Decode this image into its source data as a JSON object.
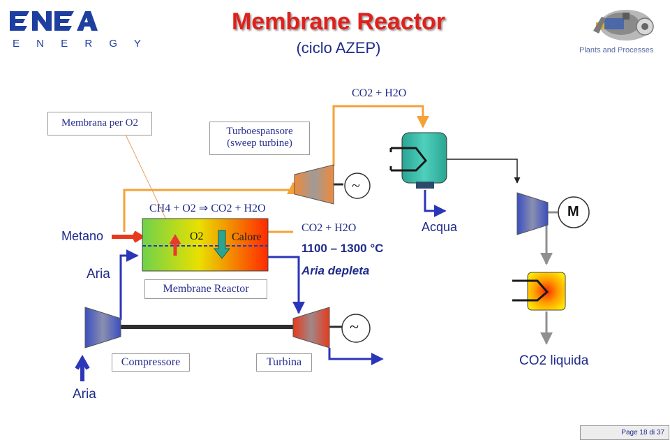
{
  "header": {
    "logo_text": "ENEA",
    "logo_subtext": "E N E R G Y",
    "title": "Membrane Reactor",
    "subtitle": "(ciclo AZEP)",
    "section": "Plants and Processes"
  },
  "diagram": {
    "top_output": "CO2 + H2O",
    "membrane_label": "Membrana per O2",
    "turboexpander_label_line1": "Turboespansore",
    "turboexpander_label_line2": "(sweep turbine)",
    "reaction": "CH4 + O2 ⇒ CO2 + H2O",
    "o2_label": "O2",
    "heat_label": "Calore",
    "reactor_label": "Membrane Reactor",
    "inlet_methane": "Metano",
    "inlet_air": "Aria",
    "products_label": "CO2 + H2O",
    "temperature_range": "1100 – 1300 °C",
    "depleted_air": "Aria depleta",
    "water_label": "Acqua",
    "compressor_label": "Compressore",
    "turbine_label": "Turbina",
    "liquid_co2": "CO2 liquida",
    "air_intake": "Aria",
    "generator_symbol": "~",
    "motor_symbol": "M"
  },
  "colors": {
    "title": "#e0201b",
    "text": "#1e2a8a",
    "flow_orange": "#f4a13a",
    "flow_blue": "#2b35b8",
    "flow_gray": "#8f8f8f",
    "flow_red": "#e8391c"
  },
  "footer": {
    "page_label": "Page 18 di 37"
  }
}
